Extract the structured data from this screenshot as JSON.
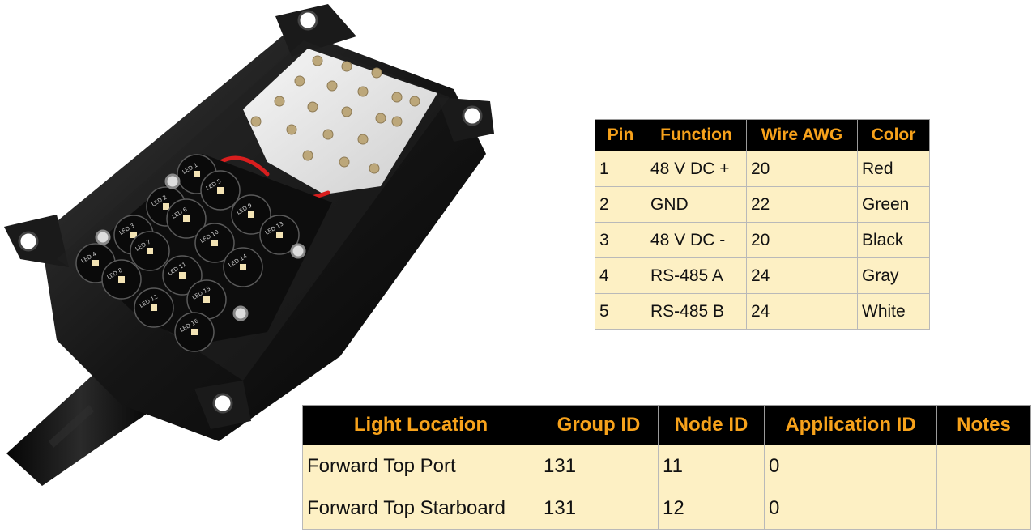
{
  "photo": {
    "subject": "LED light module with cable",
    "enclosure_color": "#141414",
    "led_board_color": "#0d0d0d",
    "reflector_color": "#e6e6e6",
    "wire_color": "#d81e1e",
    "led_labels": [
      "LED 1",
      "LED 2",
      "LED 3",
      "LED 4",
      "LED 5",
      "LED 6",
      "LED 7",
      "LED 8",
      "LED 9",
      "LED 10",
      "LED 11",
      "LED 12",
      "LED 13",
      "LED 14",
      "LED 15",
      "LED 16"
    ]
  },
  "pin_table": {
    "headers": [
      "Pin",
      "Function",
      "Wire AWG",
      "Color"
    ],
    "rows": [
      [
        "1",
        "48 V DC +",
        "20",
        "Red"
      ],
      [
        "2",
        "GND",
        "22",
        "Green"
      ],
      [
        "3",
        "48 V DC -",
        "20",
        "Black"
      ],
      [
        "4",
        "RS-485 A",
        "24",
        "Gray"
      ],
      [
        "5",
        "RS-485 B",
        "24",
        "White"
      ]
    ]
  },
  "id_table": {
    "headers": [
      "Light Location",
      "Group ID",
      "Node ID",
      "Application ID",
      "Notes"
    ],
    "rows": [
      [
        "Forward Top Port",
        "131",
        "11",
        "0",
        ""
      ],
      [
        "Forward Top Starboard",
        "131",
        "12",
        "0",
        ""
      ]
    ]
  },
  "colors": {
    "header_bg": "#000000",
    "header_text": "#f7a21b",
    "cell_bg": "#fdf0c4",
    "cell_border": "#b9b9b9"
  }
}
